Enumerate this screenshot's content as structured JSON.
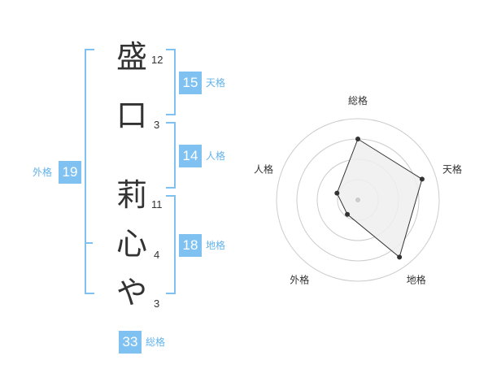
{
  "name": {
    "chars": [
      {
        "char": "盛",
        "strokes": "12"
      },
      {
        "char": "口",
        "strokes": "3"
      },
      {
        "char": "莉",
        "strokes": "11"
      },
      {
        "char": "心",
        "strokes": "4"
      },
      {
        "char": "や",
        "strokes": "3"
      }
    ]
  },
  "kakusu": {
    "tenkaku": {
      "value": "15",
      "label": "天格"
    },
    "jinkaku": {
      "value": "14",
      "label": "人格"
    },
    "chikaku": {
      "value": "18",
      "label": "地格"
    },
    "gaikaku": {
      "value": "19",
      "label": "外格"
    },
    "soukaku": {
      "value": "33",
      "label": "総格"
    }
  },
  "chart_data": {
    "type": "radar",
    "axes": [
      "総格",
      "天格",
      "地格",
      "外格",
      "人格"
    ],
    "values": [
      0.75,
      0.83,
      0.87,
      0.22,
      0.27
    ],
    "range": [
      0,
      1
    ],
    "rings": 4,
    "colors": {
      "fill": "#eeeeee",
      "stroke": "#333333",
      "ring": "#cccccc",
      "point": "#333333"
    }
  }
}
